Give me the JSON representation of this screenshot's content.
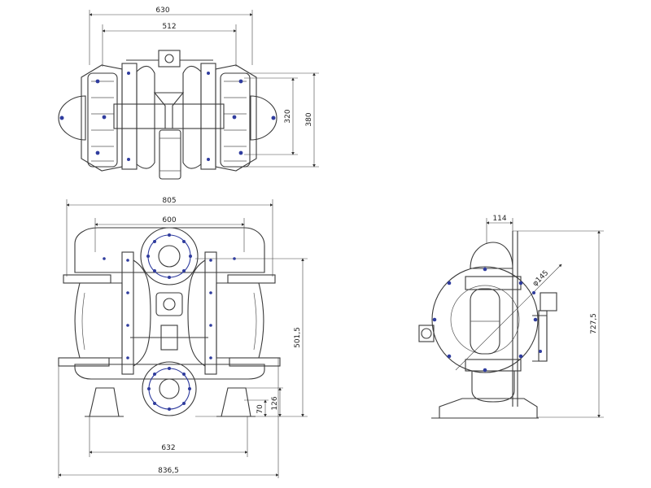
{
  "dimensions": {
    "top_overall_width": "630",
    "top_inner_width": "512",
    "top_height_inner": "320",
    "top_height_outer": "380",
    "front_overall_width": "805",
    "front_inner_width": "600",
    "front_height": "501,5",
    "front_bottom_inner": "632",
    "front_bottom_overall": "836,5",
    "front_foot_126": "126",
    "front_foot_70": "70",
    "side_offset": "114",
    "side_bolt_circle": "φ145",
    "side_height": "727,5"
  },
  "colors": {
    "line": "#3a3a3a",
    "bolt": "#2f3c9e"
  }
}
